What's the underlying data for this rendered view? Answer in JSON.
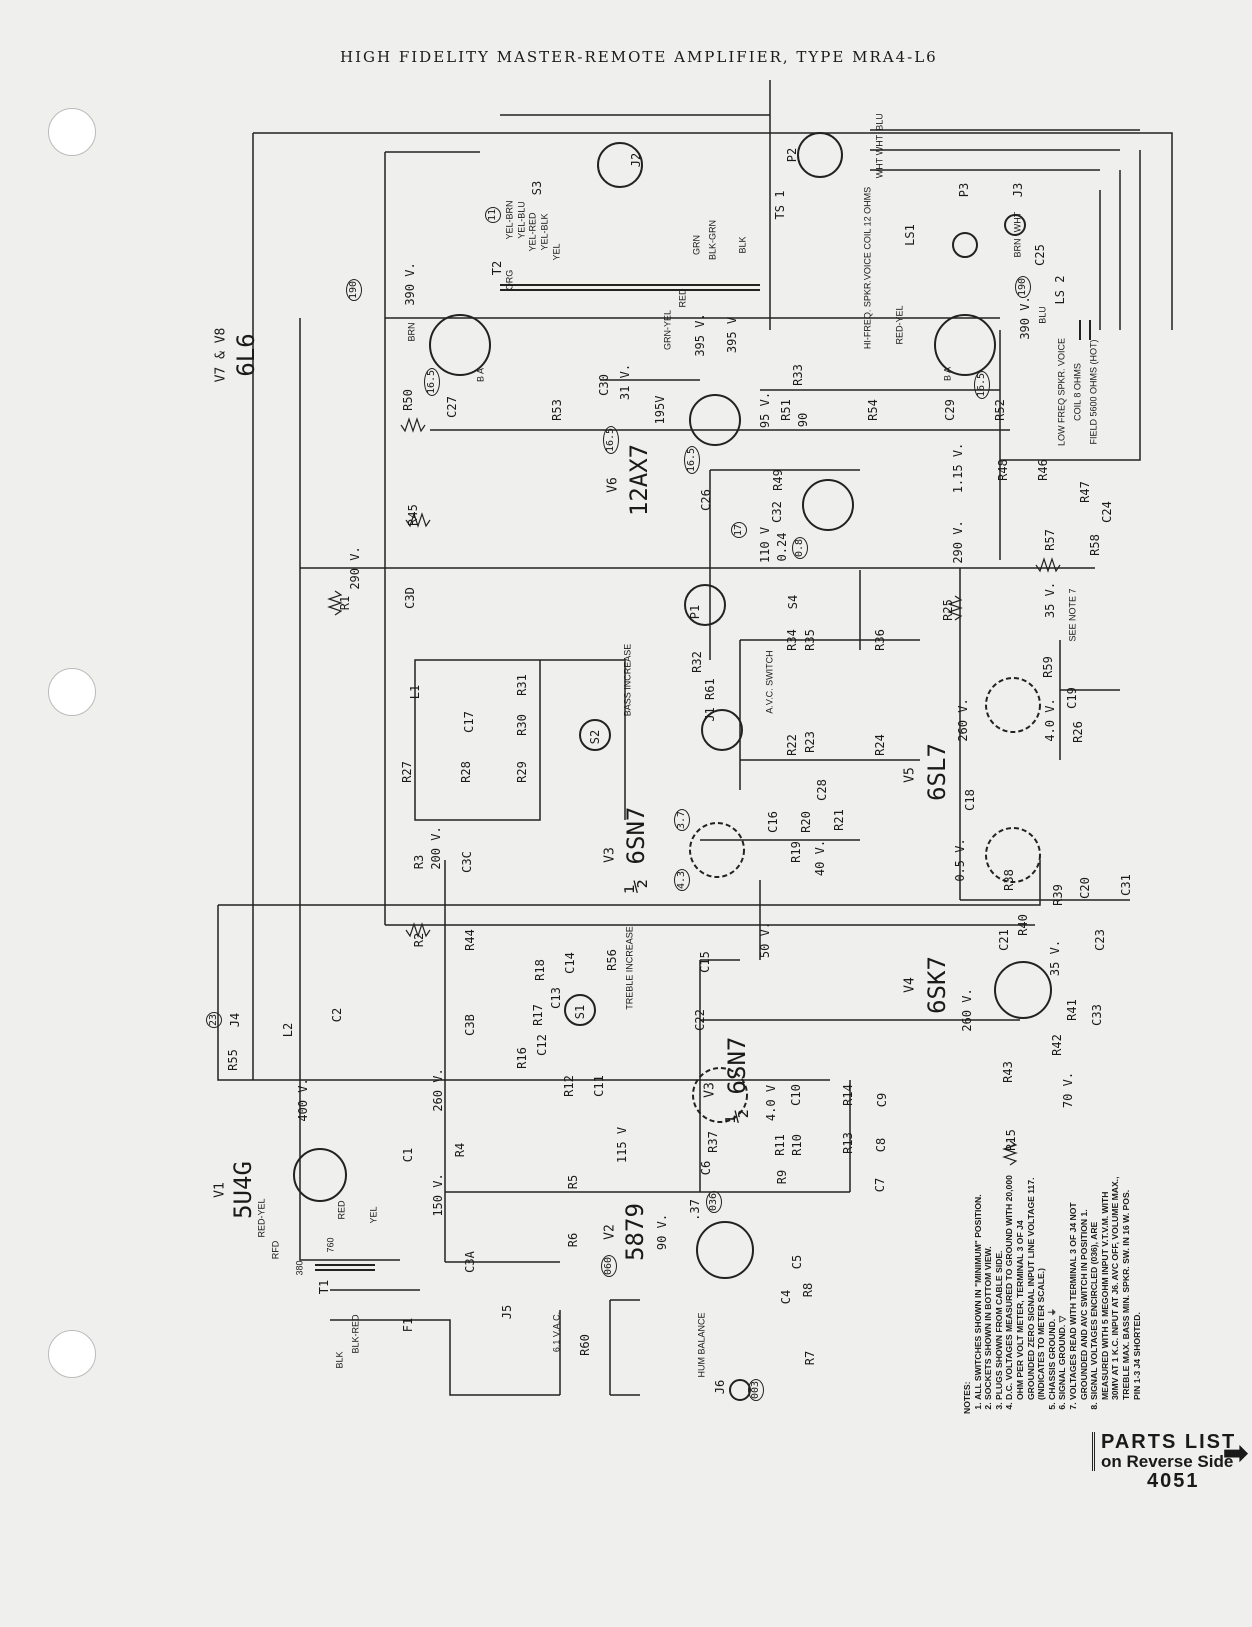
{
  "title": "HIGH FIDELITY MASTER-REMOTE AMPLIFIER, TYPE MRA4-L6",
  "labels": {
    "V7V8": "V7 & V8",
    "T6L6": "6L6",
    "V1": "V1",
    "T5U4G": "5U4G",
    "V2": "V2",
    "T5879": "5879",
    "V3a": "V3",
    "T6SN7a": "½ 6SN7",
    "V3b": "V3",
    "T6SN7b": "½ 6SN7",
    "V4": "V4",
    "T6SK7": "6SK7",
    "V5": "V5",
    "T6SL7": "6SL7",
    "V6": "V6",
    "T12AX7": "12AX7",
    "R1": "R1",
    "R2": "R2",
    "R3": "R3",
    "R4": "R4",
    "R5": "R5",
    "R6": "R6",
    "R7": "R7",
    "R8": "R8",
    "R9": "R9",
    "R10": "R10",
    "R11": "R11",
    "R12": "R12",
    "R13": "R13",
    "R14": "R14",
    "R15": "R15",
    "R16": "R16",
    "R17": "R17",
    "R18": "R18",
    "R19": "R19",
    "R20": "R20",
    "R21": "R21",
    "R22": "R22",
    "R23": "R23",
    "R24": "R24",
    "R25": "R25",
    "R26": "R26",
    "R27": "R27",
    "R28": "R28",
    "R29": "R29",
    "R30": "R30",
    "R31": "R31",
    "R32": "R32",
    "R33": "R33",
    "R34": "R34",
    "R35": "R35",
    "R36": "R36",
    "R37": "R37",
    "R38": "R38",
    "R39": "R39",
    "R40": "R40",
    "R41": "R41",
    "R42": "R42",
    "R43": "R43",
    "R44": "R44",
    "R45": "R45",
    "R46": "R46",
    "R47": "R47",
    "R48": "R48",
    "R49": "R49",
    "R50": "R50",
    "R51": "R51",
    "R52": "R52",
    "R53": "R53",
    "R54": "R54",
    "R55": "R55",
    "R56": "R56",
    "R57": "R57",
    "R58": "R58",
    "R59": "R59",
    "R60": "R60",
    "C1": "C1",
    "C2": "C2",
    "C3A": "C3A",
    "C3B": "C3B",
    "C3C": "C3C",
    "C3D": "C3D",
    "C4": "C4",
    "C5": "C5",
    "C6": "C6",
    "C7": "C7",
    "C8": "C8",
    "C9": "C9",
    "C10": "C10",
    "C11": "C11",
    "C12": "C12",
    "C13": "C13",
    "C14": "C14",
    "C15": "C15",
    "C16": "C16",
    "C17": "C17",
    "C18": "C18",
    "C19": "C19",
    "C20": "C20",
    "C21": "C21",
    "C22": "C22",
    "C23": "C23",
    "C24": "C24",
    "C25": "C25",
    "C26": "C26",
    "C27": "C27",
    "C28": "C28",
    "C29": "C29",
    "C30": "C30",
    "C31": "C31",
    "C32": "C32",
    "C33": "C33",
    "T1": "T1",
    "T2": "T2",
    "J1": "J1 R61",
    "J2": "J2",
    "J3": "J3",
    "J4": "J4",
    "J5": "J5",
    "J6": "J6",
    "P1": "P1",
    "P2": "P2",
    "P3": "P3",
    "TS1": "TS 1",
    "LS1": "LS1",
    "LS2": "LS 2",
    "F1": "F1",
    "L1": "L1",
    "L2": "L2",
    "S1": "S1",
    "S2": "S2",
    "S3": "S3",
    "S4": "S4",
    "v390a": "390 V.",
    "v390b": "390 V.",
    "v395a": "395 V.",
    "v395b": "395 V",
    "v31": "31 V.",
    "v195": "195V",
    "v95": "95 V.",
    "v90": "90",
    "v115a": "1.15 V.",
    "v290a": "290 V.",
    "v290b": "290 V.",
    "v110": "110 V",
    "v024": "0.24",
    "v260a": "260 V.",
    "v35a": "35 V.",
    "v40a": "4.0 V.",
    "v05": "0.5 V.",
    "v200": "200 V.",
    "v40b": "40 V.",
    "v50": "50 V.",
    "v260b": "260 V.",
    "v35b": "35 V.",
    "v70": "70 V.",
    "v260c": "260 V.",
    "v400": "400 V.",
    "v150": "150 V.",
    "v115b": "115 V",
    "v40c": "4.0 V",
    "v90b": "90 V.",
    "v37": ".37",
    "c190a": "190",
    "c190b": "190",
    "c11": "11",
    "c165a": "16.5",
    "c165b": "16.5",
    "c165c": "16.5",
    "c165d": "16.5",
    "c17": "17",
    "c08": "0.8",
    "c37": "3.7",
    "c43": "4.3",
    "c036": "036",
    "c060": "060",
    "c003": "003",
    "c23": "23",
    "hifreq": "HI-FREQ. SPKR.VOICE COIL 12 OHMS",
    "lofreq1": "LOW FREQ SPKR. VOICE",
    "lofreq2": "COIL 8 OHMS",
    "lofreq3": "FIELD 5600 OHMS (HOT)",
    "bass": "BASS INCREASE",
    "treble": "TREBLE INCREASE",
    "avc": "A.V.C. SWITCH",
    "hum": "HUM BALANCE",
    "vac": "6.1 V.A.C.",
    "seenote": "SEE NOTE 7",
    "wBLU": "BLU",
    "wWHT1": "WHT",
    "wWHT2": "WHT",
    "wBLU2": "BLU",
    "wGRNYEL": "GRN-YEL",
    "wRED": "RED",
    "wREDYEL": "RED-YEL",
    "wBRN": "BRN",
    "wGRN": "GRN",
    "wBLKGRN": "BLK-GRN",
    "wBLK": "BLK",
    "wORG": "ORG",
    "wYELBRN": "YEL-BRN",
    "wYELBLU": "YEL-BLU",
    "wYELRED": "YEL-RED",
    "wYELBLK": "YEL-BLK",
    "wYEL": "YEL",
    "wREDYEL2": "RED-YEL",
    "wRFD": "RFD",
    "wRED2": "RED",
    "wYEL2": "YEL",
    "w380": "380",
    "w760": "760",
    "wBLK2": "BLK",
    "wBLKRED": "BLK-RED",
    "wWHT3": "WHT",
    "wBRN2": "BRN",
    "BA1": "B A",
    "BA2": "B A"
  },
  "notes": {
    "heading": "Notes:",
    "items": [
      "All switches shown in \"minimum\" position.",
      "Sockets shown in bottom view.",
      "Plugs shown from cable side.",
      "D.C. voltages measured to ground with 20,000 ohm per volt meter, terminal 3 of J4 grounded zero signal input line voltage 117. (Indicates to meter scale.)",
      "Chassis ground. ⏚",
      "Signal ground. ▽",
      "Voltages read with terminal 3 of J4 not grounded and AVC switch in position 1.",
      "Signal voltages encircled (036), are measured with 5 megohm input V.T.V.M. with 30MV at 1 K.C. input at J6. AVC off, volume max., treble max. bass min. spkr. sw. in 16 W. pos. pin 1-3 J4 shorted."
    ]
  },
  "parts_list": {
    "line1": "PARTS LIST",
    "line2": "on Reverse Side"
  },
  "doc_number": "4051"
}
